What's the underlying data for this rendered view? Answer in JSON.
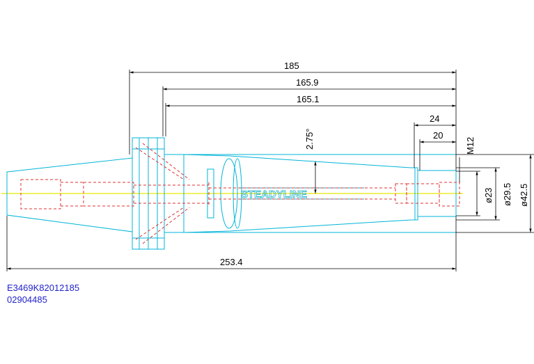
{
  "dimensions": {
    "total_length": "185",
    "length_2": "165.9",
    "length_3": "165.1",
    "nose_length_1": "24",
    "nose_length_2": "20",
    "thread": "M12",
    "taper_angle": "2.75°",
    "overall_length": "253.4",
    "dia_1": "ø23",
    "dia_2": "ø29.5",
    "dia_3": "ø42.5"
  },
  "brand": "STEADYLINE",
  "part_number": "E3469K82012185",
  "order_code": "02904485",
  "colors": {
    "outline": "#00b4d8",
    "hidden": "#e03030",
    "centerline": "#e8e800",
    "dimension": "#000000",
    "text_blue": "#2222cc"
  }
}
